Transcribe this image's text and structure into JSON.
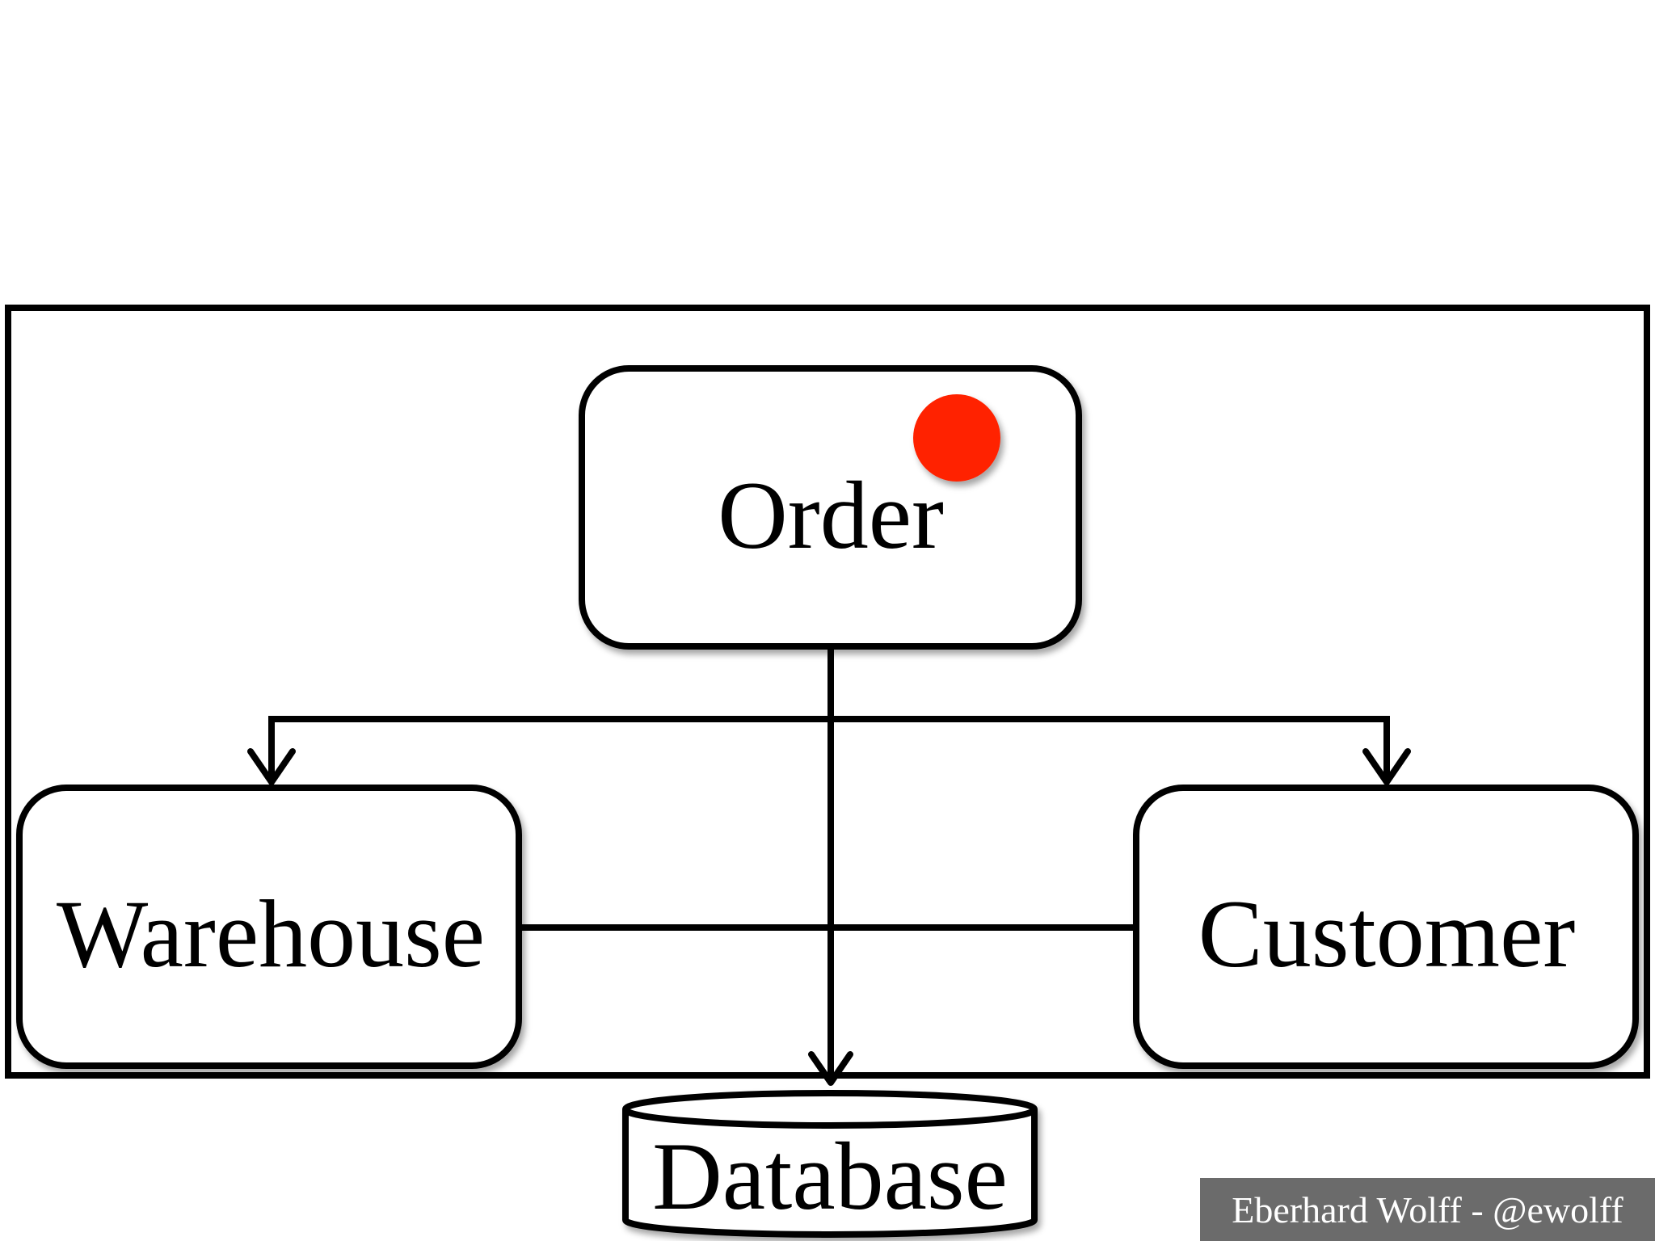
{
  "nodes": {
    "order": "Order",
    "warehouse": "Warehouse",
    "customer": "Customer",
    "database": "Database"
  },
  "footer": {
    "credit": "Eberhard Wolff - @ewolff"
  },
  "colors": {
    "line": "#000000",
    "marker": "#ff2200",
    "footer_bg": "#6b6b6b",
    "footer_text": "#ffffff"
  }
}
